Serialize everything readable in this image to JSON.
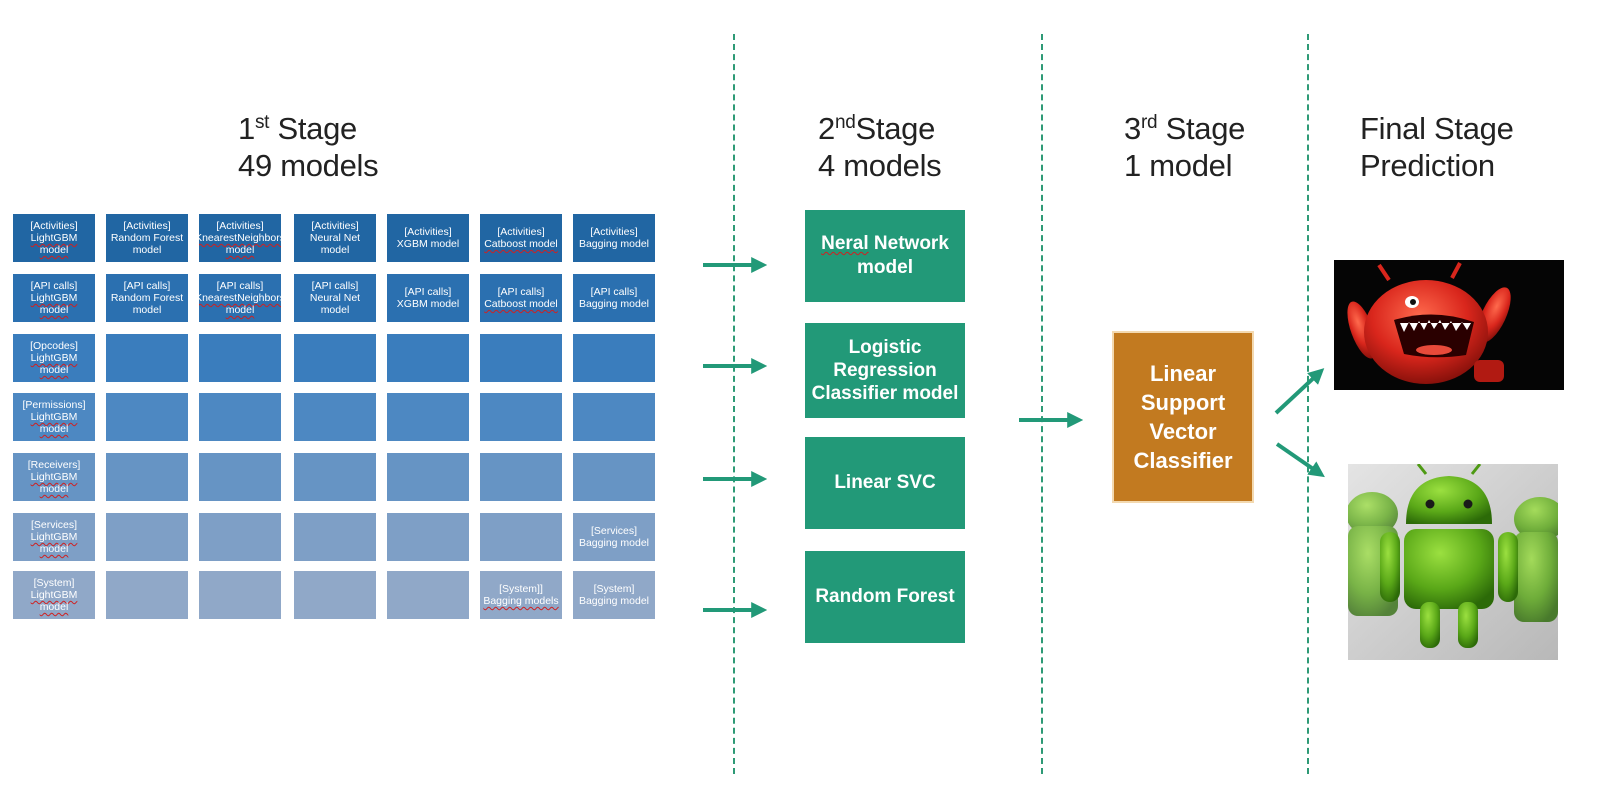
{
  "stages": [
    {
      "ord": "1",
      "sup": "st",
      "word": "Stage",
      "line2": "49 models"
    },
    {
      "ord": "2",
      "sup": "nd",
      "word": "Stage",
      "line2": "4 models"
    },
    {
      "ord": "3",
      "sup": "rd",
      "word": "Stage",
      "line2": "1 model"
    },
    {
      "line1": "Final Stage",
      "line2": "Prediction"
    }
  ],
  "grid": {
    "rows": [
      [
        {
          "top": "[Activities]",
          "bottom": "LightGBM model"
        },
        {
          "top": "[Activities]",
          "bottom": "Random Forest model"
        },
        {
          "top": "[Activities]",
          "bottom": "KnearestNeighbors model"
        },
        {
          "top": "[Activities]",
          "bottom": "Neural Net model"
        },
        {
          "top": "[Activities]",
          "bottom": "XGBM  model"
        },
        {
          "top": "[Activities]",
          "bottom": "Catboost model"
        },
        {
          "top": "[Activities]",
          "bottom": "Bagging model"
        }
      ],
      [
        {
          "top": "[API calls]",
          "bottom": "LightGBM model"
        },
        {
          "top": "[API calls]",
          "bottom": "Random Forest model"
        },
        {
          "top": "[API calls]",
          "bottom": "KnearestNeighbors model"
        },
        {
          "top": "[API calls]",
          "bottom": "Neural Net model"
        },
        {
          "top": "[API calls]",
          "bottom": "XGBM model"
        },
        {
          "top": "[API calls]",
          "bottom": "Catboost model"
        },
        {
          "top": "[API calls]",
          "bottom": "Bagging model"
        }
      ],
      [
        {
          "top": "[Opcodes]",
          "bottom": "LightGBM model"
        },
        {
          "top": "",
          "bottom": ""
        },
        {
          "top": "",
          "bottom": ""
        },
        {
          "top": "",
          "bottom": ""
        },
        {
          "top": "",
          "bottom": ""
        },
        {
          "top": "",
          "bottom": ""
        },
        {
          "top": "",
          "bottom": ""
        }
      ],
      [
        {
          "top": "[Permissions]",
          "bottom": "LightGBM model"
        },
        {
          "top": "",
          "bottom": ""
        },
        {
          "top": "",
          "bottom": ""
        },
        {
          "top": "",
          "bottom": ""
        },
        {
          "top": "",
          "bottom": ""
        },
        {
          "top": "",
          "bottom": ""
        },
        {
          "top": "",
          "bottom": ""
        }
      ],
      [
        {
          "top": "[Receivers]",
          "bottom": "LightGBM model"
        },
        {
          "top": "",
          "bottom": ""
        },
        {
          "top": "",
          "bottom": ""
        },
        {
          "top": "",
          "bottom": ""
        },
        {
          "top": "",
          "bottom": ""
        },
        {
          "top": "",
          "bottom": ""
        },
        {
          "top": "",
          "bottom": ""
        }
      ],
      [
        {
          "top": "[Services]",
          "bottom": "LightGBM model"
        },
        {
          "top": "",
          "bottom": ""
        },
        {
          "top": "",
          "bottom": ""
        },
        {
          "top": "",
          "bottom": ""
        },
        {
          "top": "",
          "bottom": ""
        },
        {
          "top": "",
          "bottom": ""
        },
        {
          "top": "[Services]",
          "bottom": "Bagging model"
        }
      ],
      [
        {
          "top": "[System]",
          "bottom": "LightGBM model"
        },
        {
          "top": "",
          "bottom": ""
        },
        {
          "top": "",
          "bottom": ""
        },
        {
          "top": "",
          "bottom": ""
        },
        {
          "top": "",
          "bottom": ""
        },
        {
          "top": "[System]]",
          "bottom": "Bagging models"
        },
        {
          "top": "[System]",
          "bottom": "Bagging model"
        }
      ]
    ],
    "row_colors": [
      "#2166a3",
      "#2b70b0",
      "#3a7dbd",
      "#4d88c2",
      "#6694c4",
      "#7e9fc6",
      "#90a8c8"
    ]
  },
  "stage2_boxes": [
    {
      "lines": [
        "Neral Network",
        "model"
      ]
    },
    {
      "lines": [
        "Logistic",
        "Regression",
        "Classifier model"
      ]
    },
    {
      "lines": [
        "Linear SVC"
      ]
    },
    {
      "lines": [
        "Random Forest"
      ]
    }
  ],
  "stage3_box": {
    "lines": [
      "Linear",
      "Support",
      "Vector",
      "Classifier"
    ]
  },
  "colors": {
    "stage2": "#229978",
    "stage3": "#c27a20",
    "arrow": "#229978",
    "divider": "#2e9a76"
  },
  "images": [
    "malicious-android-robot",
    "benign-android-robots"
  ]
}
